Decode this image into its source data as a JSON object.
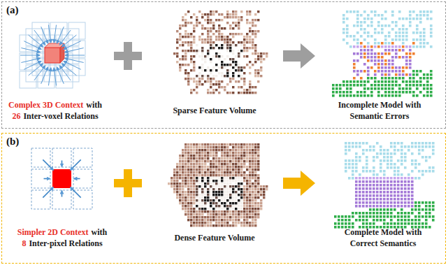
{
  "diagram": {
    "nodes": [
      {
        "text": [
          "(a)"
        ]
      },
      {
        "text": [
          "(b)"
        ]
      }
    ],
    "labels": [
      "Complex 3D Context",
      "with",
      "26",
      "Inter-voxel Relations",
      "Sparse Feature Volume",
      "Incomplete Model with Semantic Errors",
      "Simpler 2D Context",
      "with",
      "8",
      "Inter-pixel Relations",
      "Dense Feature Volume",
      "Complete Model with Correct Semantics"
    ]
  }
}
